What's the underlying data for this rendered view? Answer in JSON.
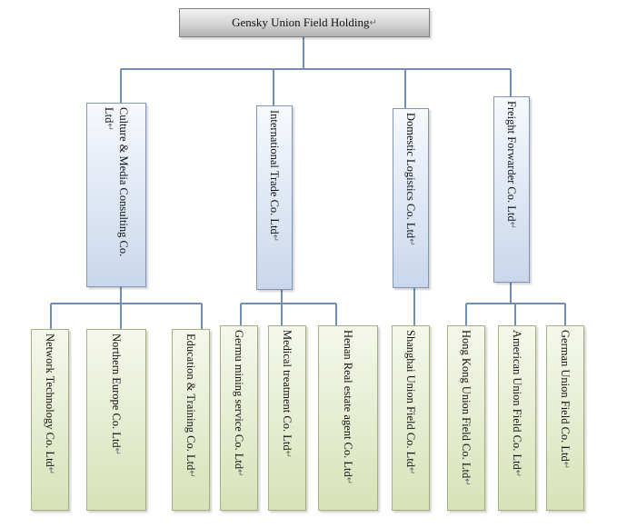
{
  "diagram": {
    "root": {
      "label": "Gensky Union Field Holding"
    },
    "companies": [
      {
        "label": "Culture & Media Consulting Co.\nLtd"
      },
      {
        "label": "International Trade Co. Ltd"
      },
      {
        "label": "Domestic  Logistics Co. Ltd"
      },
      {
        "label": "Freight Forwarder Co. Ltd"
      }
    ],
    "subsidiaries": [
      {
        "label": "Network Technology Co. Ltd"
      },
      {
        "label": "Northern Europe  Co. Ltd"
      },
      {
        "label": "Education & Training Co. Ltd"
      },
      {
        "label": "Germu  mining service Co. Ltd"
      },
      {
        "label": "Medical treatment Co. Ltd"
      },
      {
        "label": "Henan Real estate agent Co. Ltd"
      },
      {
        "label": "Shanghai Union Field Co. Ltd"
      },
      {
        "label": "Hong Kong Union Field Co. Ltd"
      },
      {
        "label": "American Union Field Co. Ltd"
      },
      {
        "label": "German Union Field Co. Ltd"
      }
    ],
    "return_mark": "↵",
    "colors": {
      "connector": "#6f8fb5",
      "root_fill": "#c8c8c8",
      "company_fill": "#c9d7ec",
      "subsidiary_fill": "#d7e2b8"
    }
  }
}
